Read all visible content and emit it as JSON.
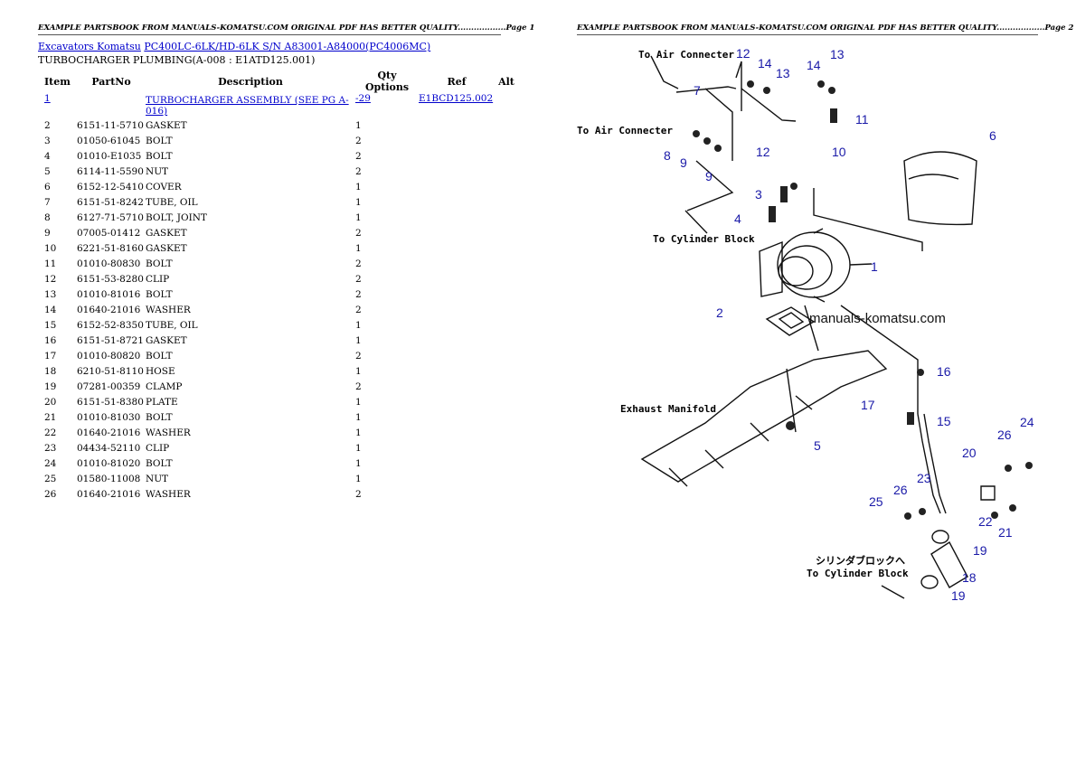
{
  "header": {
    "left": "EXAMPLE PARTSBOOK FROM MANUALS-KOMATSU.COM ORIGINAL PDF HAS BETTER QUALITY..................Page 1",
    "right": "EXAMPLE PARTSBOOK FROM MANUALS-KOMATSU.COM ORIGINAL PDF HAS BETTER QUALITY..................Page 2"
  },
  "breadcrumb": {
    "link1": "Excavators Komatsu",
    "link2": "PC400LC-6LK/HD-6LK S/N A83001-A84000(PC4006MC)"
  },
  "subtitle": "TURBOCHARGER PLUMBING(A-008 : E1ATD125.001)",
  "table": {
    "columns": [
      "Item",
      "PartNo",
      "Description",
      "Qty",
      "Options",
      "Ref",
      "Alt"
    ],
    "rows": [
      {
        "item": "1",
        "part": "",
        "desc": "TURBOCHARGER ASSEMBLY (SEE PG A-016)",
        "qty": "-29",
        "ref": "E1BCD125.002"
      },
      {
        "item": "2",
        "part": "6151-11-5710",
        "desc": "GASKET",
        "qty": "1",
        "ref": ""
      },
      {
        "item": "3",
        "part": "01050-61045",
        "desc": "BOLT",
        "qty": "2",
        "ref": ""
      },
      {
        "item": "4",
        "part": "01010-E1035",
        "desc": "BOLT",
        "qty": "2",
        "ref": ""
      },
      {
        "item": "5",
        "part": "6114-11-5590",
        "desc": "NUT",
        "qty": "2",
        "ref": ""
      },
      {
        "item": "6",
        "part": "6152-12-5410",
        "desc": "COVER",
        "qty": "1",
        "ref": ""
      },
      {
        "item": "7",
        "part": "6151-51-8242",
        "desc": "TUBE, OIL",
        "qty": "1",
        "ref": ""
      },
      {
        "item": "8",
        "part": "6127-71-5710",
        "desc": "BOLT, JOINT",
        "qty": "1",
        "ref": ""
      },
      {
        "item": "9",
        "part": "07005-01412",
        "desc": "GASKET",
        "qty": "2",
        "ref": ""
      },
      {
        "item": "10",
        "part": "6221-51-8160",
        "desc": "GASKET",
        "qty": "1",
        "ref": ""
      },
      {
        "item": "11",
        "part": "01010-80830",
        "desc": "BOLT",
        "qty": "2",
        "ref": ""
      },
      {
        "item": "12",
        "part": "6151-53-8280",
        "desc": "CLIP",
        "qty": "2",
        "ref": ""
      },
      {
        "item": "13",
        "part": "01010-81016",
        "desc": "BOLT",
        "qty": "2",
        "ref": ""
      },
      {
        "item": "14",
        "part": "01640-21016",
        "desc": "WASHER",
        "qty": "2",
        "ref": ""
      },
      {
        "item": "15",
        "part": "6152-52-8350",
        "desc": "TUBE, OIL",
        "qty": "1",
        "ref": ""
      },
      {
        "item": "16",
        "part": "6151-51-8721",
        "desc": "GASKET",
        "qty": "1",
        "ref": ""
      },
      {
        "item": "17",
        "part": "01010-80820",
        "desc": "BOLT",
        "qty": "2",
        "ref": ""
      },
      {
        "item": "18",
        "part": "6210-51-8110",
        "desc": "HOSE",
        "qty": "1",
        "ref": ""
      },
      {
        "item": "19",
        "part": "07281-00359",
        "desc": "CLAMP",
        "qty": "2",
        "ref": ""
      },
      {
        "item": "20",
        "part": "6151-51-8380",
        "desc": "PLATE",
        "qty": "1",
        "ref": ""
      },
      {
        "item": "21",
        "part": "01010-81030",
        "desc": "BOLT",
        "qty": "1",
        "ref": ""
      },
      {
        "item": "22",
        "part": "01640-21016",
        "desc": "WASHER",
        "qty": "1",
        "ref": ""
      },
      {
        "item": "23",
        "part": "04434-52110",
        "desc": "CLIP",
        "qty": "1",
        "ref": ""
      },
      {
        "item": "24",
        "part": "01010-81020",
        "desc": "BOLT",
        "qty": "1",
        "ref": ""
      },
      {
        "item": "25",
        "part": "01580-11008",
        "desc": "NUT",
        "qty": "1",
        "ref": ""
      },
      {
        "item": "26",
        "part": "01640-21016",
        "desc": "WASHER",
        "qty": "2",
        "ref": ""
      }
    ]
  },
  "diagram": {
    "labels": {
      "air1": "To Air Connecter",
      "air2": "To Air Connecter",
      "cyl1": "To Cylinder Block",
      "exhaust": "Exhaust Manifold",
      "jp": "シリンダブロックへ",
      "cyl2": "To Cylinder Block"
    },
    "watermark": "manuals-komatsu.com",
    "callouts": {
      "c1": "1",
      "c2": "2",
      "c3": "3",
      "c4": "4",
      "c5": "5",
      "c6": "6",
      "c7": "7",
      "c8": "8",
      "c9a": "9",
      "c9b": "9",
      "c10": "10",
      "c11": "11",
      "c12a": "12",
      "c12b": "12",
      "c13a": "13",
      "c13b": "13",
      "c14a": "14",
      "c14b": "14",
      "c15": "15",
      "c16": "16",
      "c17": "17",
      "c18": "18",
      "c19a": "19",
      "c19b": "19",
      "c20": "20",
      "c21": "21",
      "c22": "22",
      "c23": "23",
      "c24": "24",
      "c25": "25",
      "c26a": "26",
      "c26b": "26"
    }
  }
}
